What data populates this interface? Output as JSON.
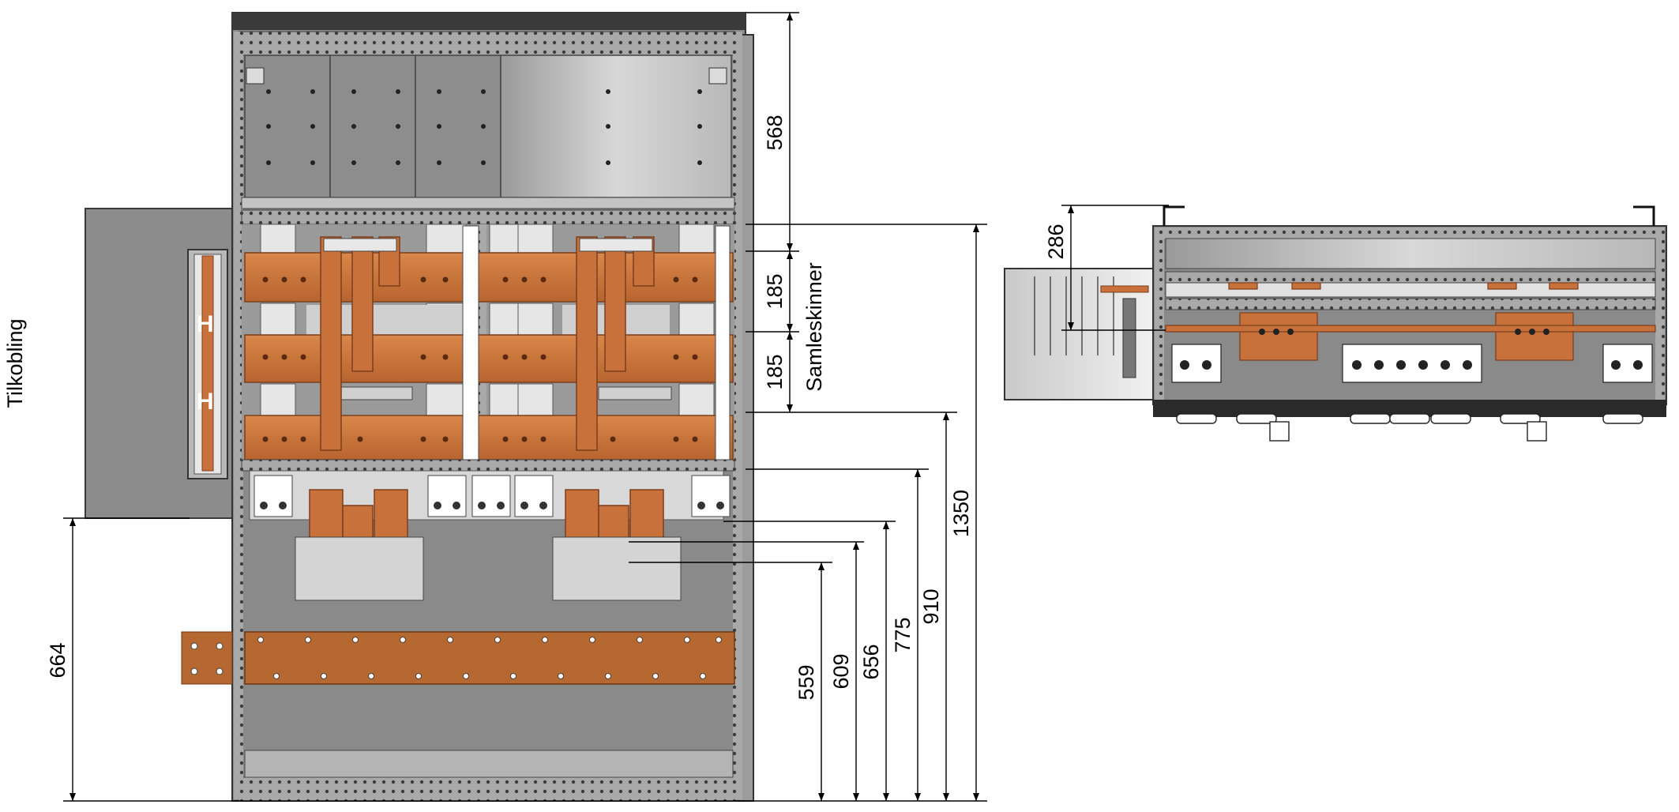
{
  "labels": {
    "connection": "Tilkobling",
    "busbars": "Samleskinner"
  },
  "dimensions": {
    "top_section": "568",
    "busbar_upper": "185",
    "busbar_lower": "185",
    "total_height": "1350",
    "d_910": "910",
    "d_775": "775",
    "d_656": "656",
    "d_609": "609",
    "d_559": "559",
    "left_connection": "664",
    "side_depth": "286"
  },
  "colors": {
    "copper": "#c8713a",
    "copper_dark": "#8a4a22",
    "panel_gray": "#8f8f8f",
    "frame_gray": "#b4b4b4",
    "light_gray": "#d6d6d6",
    "dark_rail": "#2a2a2a"
  }
}
